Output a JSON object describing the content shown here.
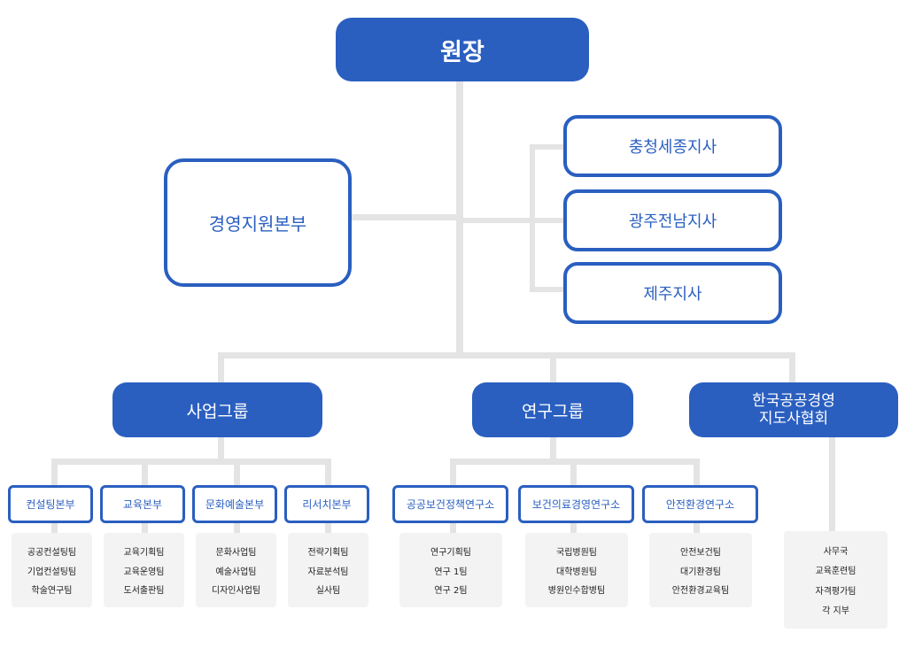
{
  "colors": {
    "primary": "#2a5fc0",
    "connector": "#e4e4e4",
    "team_bg": "#f3f3f3"
  },
  "director": "원장",
  "management": "경영지원본부",
  "branches": [
    "충청세종지사",
    "광주전남지사",
    "제주지사"
  ],
  "groups": {
    "business": "사업그룹",
    "research": "연구그룹",
    "association": "한국공공경영\n지도사협회"
  },
  "divisions": [
    {
      "name": "컨설팅본부",
      "teams": [
        "공공컨설팅팀",
        "기업컨설팅팀",
        "학술연구팀"
      ]
    },
    {
      "name": "교육본부",
      "teams": [
        "교육기획팀",
        "교육운영팀",
        "도서출판팀"
      ]
    },
    {
      "name": "문화예술본부",
      "teams": [
        "문화사업팀",
        "예술사업팀",
        "디자인사업팀"
      ]
    },
    {
      "name": "리서치본부",
      "teams": [
        "전략기획팀",
        "자료분석팀",
        "실사팀"
      ]
    },
    {
      "name": "공공보건정책연구소",
      "teams": [
        "연구기획팀",
        "연구 1팀",
        "연구 2팀"
      ]
    },
    {
      "name": "보건의료경영연구소",
      "teams": [
        "국립병원팀",
        "대학병원팀",
        "병원인수합병팀"
      ]
    },
    {
      "name": "안전환경연구소",
      "teams": [
        "안전보건팀",
        "대기환경팀",
        "안전환경교육팀"
      ]
    }
  ],
  "association_teams": [
    "사무국",
    "교육훈련팀",
    "자격평가팀",
    "각 지부"
  ]
}
